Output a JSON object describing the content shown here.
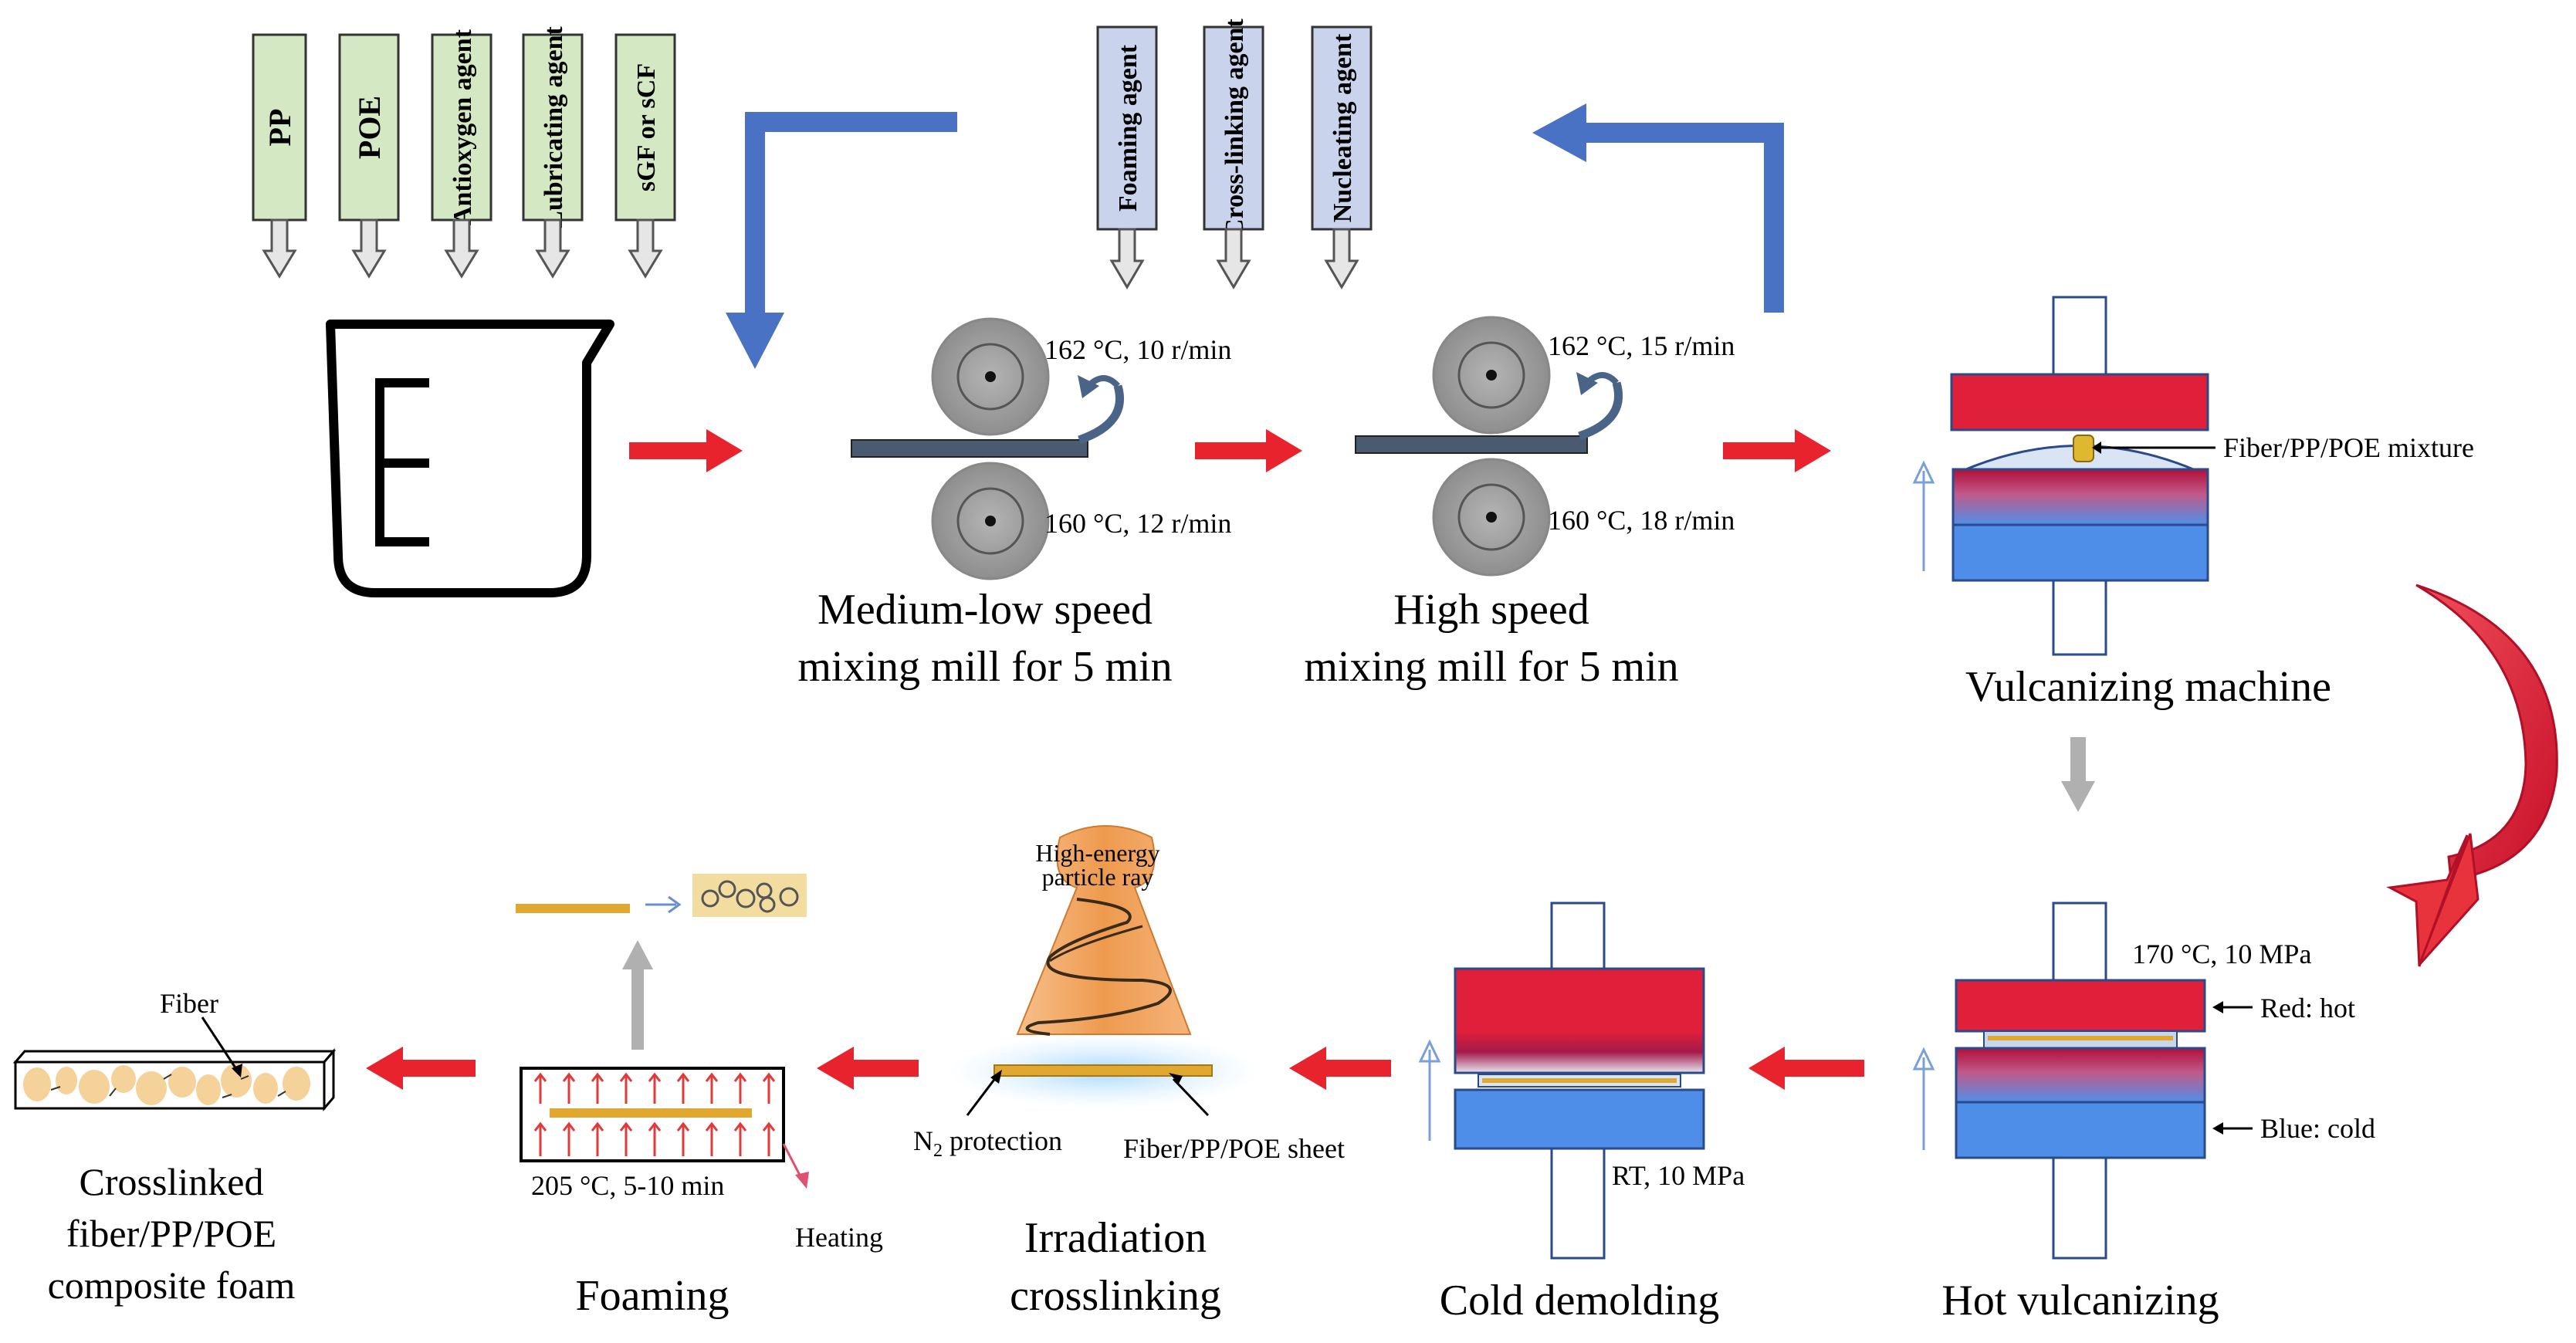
{
  "ingredients_main": [
    "PP",
    "POE",
    "Antioxygen agent",
    "Lubricating agent",
    "sGF or sCF"
  ],
  "ingredients_additives": [
    "Foaming agent",
    "Cross-linking agent",
    "Nucleating agent"
  ],
  "mill_1": {
    "top_condition": "162 °C, 10 r/min",
    "bottom_condition": "160 °C, 12 r/min",
    "caption_line1": "Medium-low speed",
    "caption_line2": "mixing mill for 5 min"
  },
  "mill_2": {
    "top_condition": "162 °C, 15 r/min",
    "bottom_condition": "160 °C, 18 r/min",
    "caption_line1": "High speed",
    "caption_line2": "mixing mill for 5 min"
  },
  "vulcanizing_machine": {
    "mixture_label": "Fiber/PP/POE mixture",
    "caption": "Vulcanizing machine"
  },
  "hot_vulcanizing": {
    "condition": "170 °C, 10 MPa",
    "red_label": "Red: hot",
    "blue_label": "Blue: cold",
    "caption": "Hot vulcanizing"
  },
  "cold_demolding": {
    "condition": "RT, 10 MPa",
    "caption": "Cold demolding"
  },
  "irradiation": {
    "ray_line1": "High-energy",
    "ray_line2": "particle ray",
    "n2_prefix": "N",
    "n2_sub": "2",
    "n2_suffix": " protection",
    "sheet_label": "Fiber/PP/POE sheet",
    "caption_line1": "Irradiation",
    "caption_line2": "crosslinking"
  },
  "foaming": {
    "condition": "205 °C, 5-10 min",
    "heating_label": "Heating",
    "caption": "Foaming"
  },
  "product": {
    "fiber_label": "Fiber",
    "caption_line1": "Crosslinked",
    "caption_line2": "fiber/PP/POE",
    "caption_line3": "composite foam"
  },
  "colors": {
    "ingredient_green": "#d5e8c4",
    "additive_blue": "#c9d4ec",
    "flow_arrow_red": "#e8232e",
    "return_arrow_blue": "#4a72c4",
    "platen_red": "#e0203a",
    "platen_blue": "#4f8ee8",
    "roller_gray": "#a6a6a6",
    "fiber_gold": "#e0a830",
    "cone_orange": "#f2a05a"
  }
}
